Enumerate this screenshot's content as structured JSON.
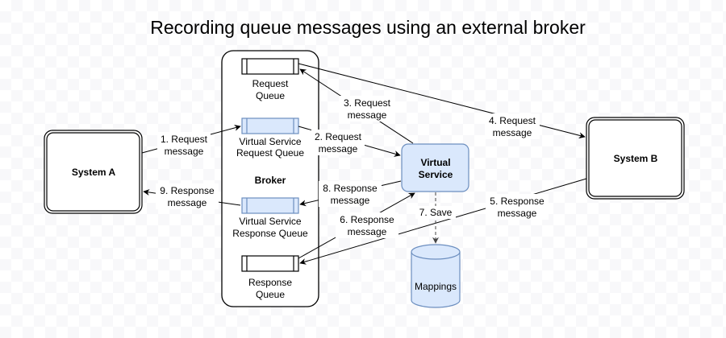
{
  "title": "Recording queue messages using an external broker",
  "colors": {
    "stroke": "#000000",
    "vs_fill": "#dae8fc",
    "vs_stroke": "#6c8ebf",
    "dashed_arrow": "#444444"
  },
  "nodes": {
    "system_a": "System A",
    "system_b": "System B",
    "broker": "Broker",
    "virtual_service": [
      "Virtual",
      "Service"
    ],
    "mappings": "Mappings",
    "request_queue": [
      "Request",
      "Queue"
    ],
    "vs_request_queue": [
      "Virtual Service",
      "Request Queue"
    ],
    "vs_response_queue": [
      "Virtual Service",
      "Response Queue"
    ],
    "response_queue": [
      "Response",
      "Queue"
    ]
  },
  "edges": {
    "e1": [
      "1. Request",
      "message"
    ],
    "e2": [
      "2. Request",
      "message"
    ],
    "e3": [
      "3. Request",
      "message"
    ],
    "e4": [
      "4. Request",
      "message"
    ],
    "e5": [
      "5. Response",
      "message"
    ],
    "e6": [
      "6. Response",
      "message"
    ],
    "e7": [
      "7. Save"
    ],
    "e8": [
      "8. Response",
      "message"
    ],
    "e9": [
      "9. Response",
      "message"
    ]
  }
}
